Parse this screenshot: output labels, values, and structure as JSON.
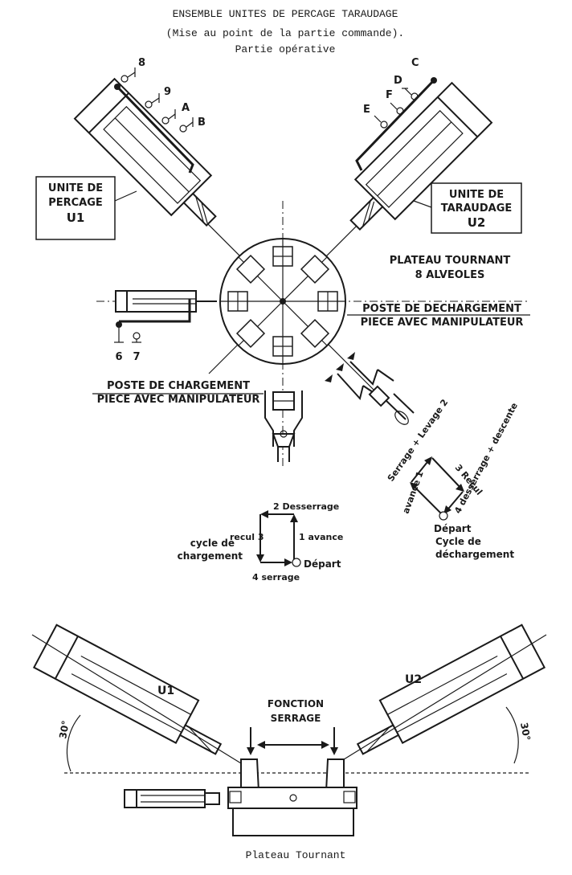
{
  "header": {
    "title_line1": "ENSEMBLE UNITES DE PERCAGE TARAUDAGE",
    "title_line2": "(Mise au point de la partie commande).",
    "title_line3": "Partie opérative"
  },
  "units": {
    "u1_box": [
      "UNITE DE",
      "PERCAGE",
      "U1"
    ],
    "u2_box": [
      "UNITE DE",
      "TARAUDAGE",
      "U2"
    ]
  },
  "sensors": {
    "left": [
      "8",
      "9",
      "A",
      "B"
    ],
    "right": [
      "C",
      "D",
      "F",
      "E"
    ],
    "bottom": [
      "6",
      "7"
    ]
  },
  "labels": {
    "plateau_line1": "PLATEAU TOURNANT",
    "plateau_line2": "8 ALVEOLES",
    "dechargement_line1": "POSTE DE DECHARGEMENT",
    "dechargement_line2": "PIECE AVEC MANIPULATEUR",
    "chargement_line1": "POSTE DE CHARGEMENT",
    "chargement_line2": "PIECE AVEC MANIPULATEUR"
  },
  "cycle_charge": {
    "step1": "1 avance",
    "step2": "2 Desserrage",
    "step3": "recul 3",
    "step4": "4 serrage",
    "depart": "Départ",
    "caption_line1": "cycle de",
    "caption_line2": "chargement"
  },
  "cycle_decharge": {
    "step1": "avance 1",
    "step2": "Serrage + Levage 2",
    "step3": "3 Recul",
    "step4": "4 desserrage + descente",
    "depart": "Départ",
    "caption_line1": "Cycle de",
    "caption_line2": "déchargement"
  },
  "side_view": {
    "u1_label": "U1",
    "u2_label": "U2",
    "angle_left": "30°",
    "angle_right": "30°",
    "fonction_line1": "FONCTION",
    "fonction_line2": "SERRAGE",
    "caption": "Plateau Tournant"
  }
}
